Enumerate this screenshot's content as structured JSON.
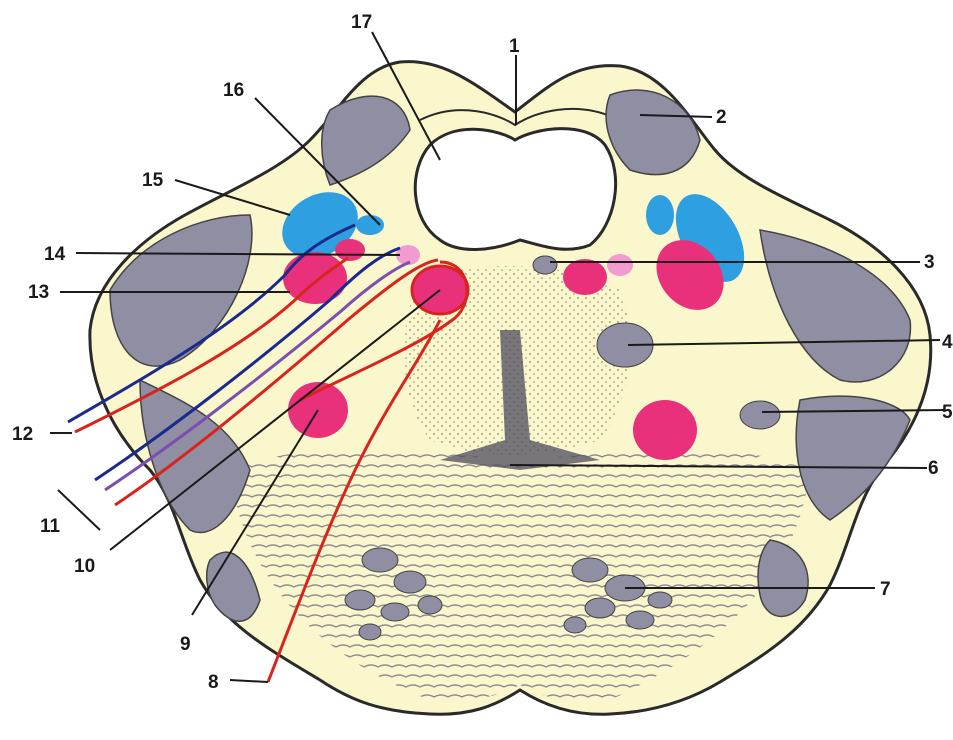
{
  "colors": {
    "background": "#ffffff",
    "tissue": "#fbf7cd",
    "grey_matter": "#8f8ea3",
    "nucleus_pink": "#e8307b",
    "nucleus_light_pink": "#f29bd0",
    "nucleus_blue": "#2e9fe0",
    "nerve_red": "#d9241e",
    "nerve_blue": "#1b2a8e",
    "outline": "#2a2a2a",
    "label_text": "#1a1a1a"
  },
  "labels": [
    "1",
    "2",
    "3",
    "4",
    "5",
    "6",
    "7",
    "8",
    "9",
    "10",
    "11",
    "12",
    "13",
    "14",
    "15",
    "16",
    "17"
  ]
}
